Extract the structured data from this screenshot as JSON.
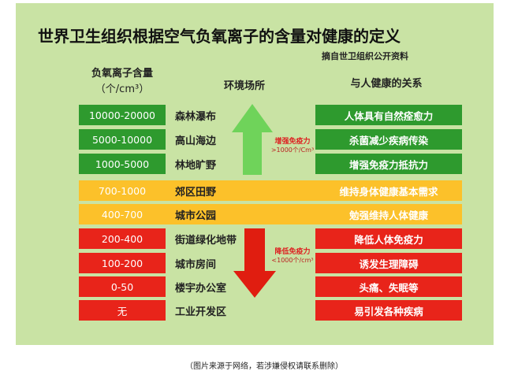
{
  "title": "世界卫生组织根据空气负氧离子的含量对健康的定义",
  "source": "摘自世卫组织公开资料",
  "headers": {
    "content": "负氧离子含量",
    "unit": "（个/cm³）",
    "place": "环境场所",
    "relation": "与人健康的关系"
  },
  "rows": [
    {
      "range": "10000-20000",
      "place": "森林瀑布",
      "relation": "人体具有自然痊愈力",
      "level": "green"
    },
    {
      "range": "5000-10000",
      "place": "高山海边",
      "relation": "杀菌减少疾病传染",
      "level": "green"
    },
    {
      "range": "1000-5000",
      "place": "林地旷野",
      "relation": "增强免疫力抵抗力",
      "level": "green"
    },
    {
      "range": "700-1000",
      "place": "郊区田野",
      "relation": "维持身体健康基本需求",
      "level": "yellow"
    },
    {
      "range": "400-700",
      "place": "城市公园",
      "relation": "勉强维持人体健康",
      "level": "yellow"
    },
    {
      "range": "200-400",
      "place": "街道绿化地带",
      "relation": "降低人体免疫力",
      "level": "red"
    },
    {
      "range": "100-200",
      "place": "城市房间",
      "relation": "诱发生理障碍",
      "level": "red"
    },
    {
      "range": "0-50",
      "place": "楼宇办公室",
      "relation": "头痛、失眠等",
      "level": "red"
    },
    {
      "range": "无",
      "place": "工业开发区",
      "relation": "易引发各种疾病",
      "level": "red"
    }
  ],
  "arrows": {
    "up_label": "增强免疫力",
    "up_sub": ">1000个/Cm³",
    "down_label": "降低免疫力",
    "down_sub": "<1000个/cm³"
  },
  "colors": {
    "green": "#2e9a2e",
    "yellow": "#fcc12a",
    "red": "#e8241a",
    "panel": "#c9e3a4"
  },
  "caption": "（图片来源于网络，若涉嫌侵权请联系删除）"
}
